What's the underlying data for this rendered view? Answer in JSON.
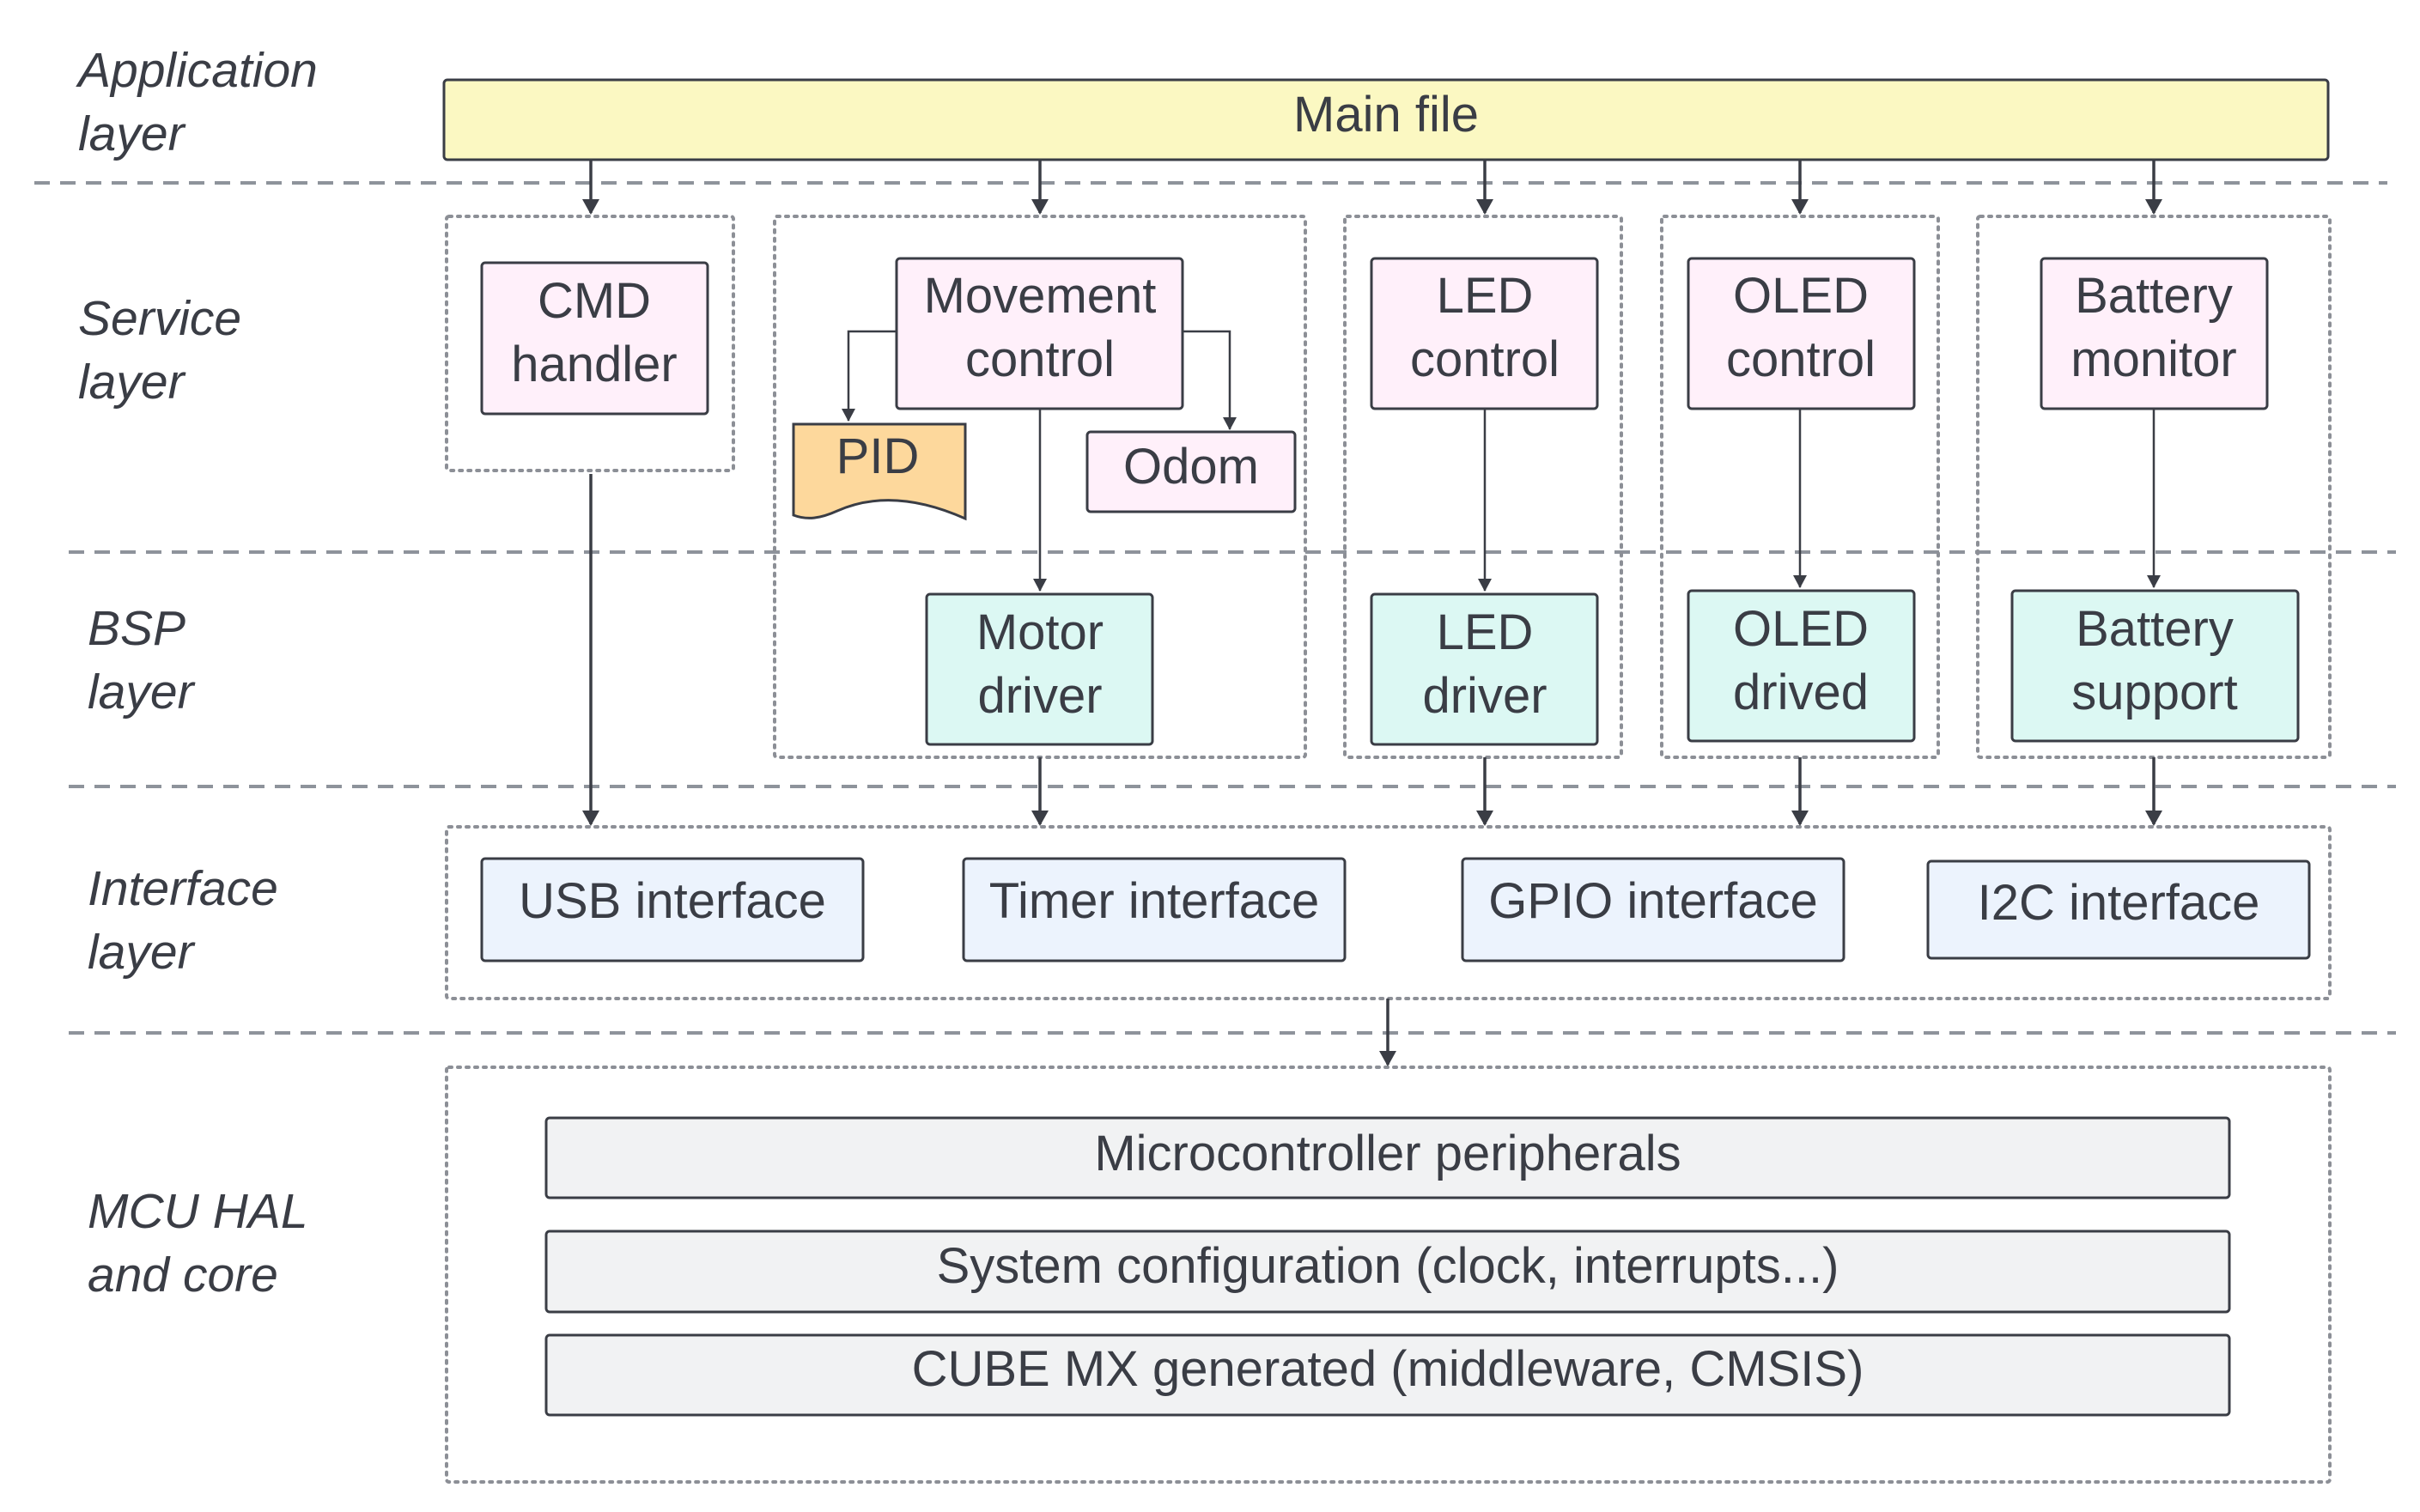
{
  "layers": {
    "application": [
      "Application",
      "layer"
    ],
    "service": [
      "Service",
      "layer"
    ],
    "bsp": [
      "BSP",
      "layer"
    ],
    "interface": [
      "Interface",
      "layer"
    ],
    "mcu": [
      "MCU HAL",
      "and core"
    ]
  },
  "application": {
    "main_file": "Main file"
  },
  "service": {
    "cmd_handler": [
      "CMD",
      "handler"
    ],
    "movement_control": [
      "Movement",
      "control"
    ],
    "pid": "PID",
    "odom": "Odom",
    "led_control": [
      "LED",
      "control"
    ],
    "oled_control": [
      "OLED",
      "control"
    ],
    "battery_monitor": [
      "Battery",
      "monitor"
    ]
  },
  "bsp": {
    "motor_driver": [
      "Motor",
      "driver"
    ],
    "led_driver": [
      "LED",
      "driver"
    ],
    "oled_driver": [
      "OLED",
      "drived"
    ],
    "battery_support": [
      "Battery",
      "support"
    ]
  },
  "interface": {
    "usb": "USB interface",
    "timer": "Timer interface",
    "gpio": "GPIO interface",
    "i2c": "I2C interface"
  },
  "hal": {
    "peripherals": "Microcontroller peripherals",
    "system_config": "System configuration (clock, interrupts...)",
    "cube_mx": "CUBE MX generated (middleware, CMSIS)"
  },
  "colors": {
    "application_fill": "#fbf8c2",
    "service_fill": "#fff0fa",
    "pid_fill": "#fdd89c",
    "bsp_fill": "#dcf8f3",
    "interface_fill": "#ecf3fd",
    "hal_fill": "#f1f2f3",
    "stroke": "#3a3d45"
  }
}
